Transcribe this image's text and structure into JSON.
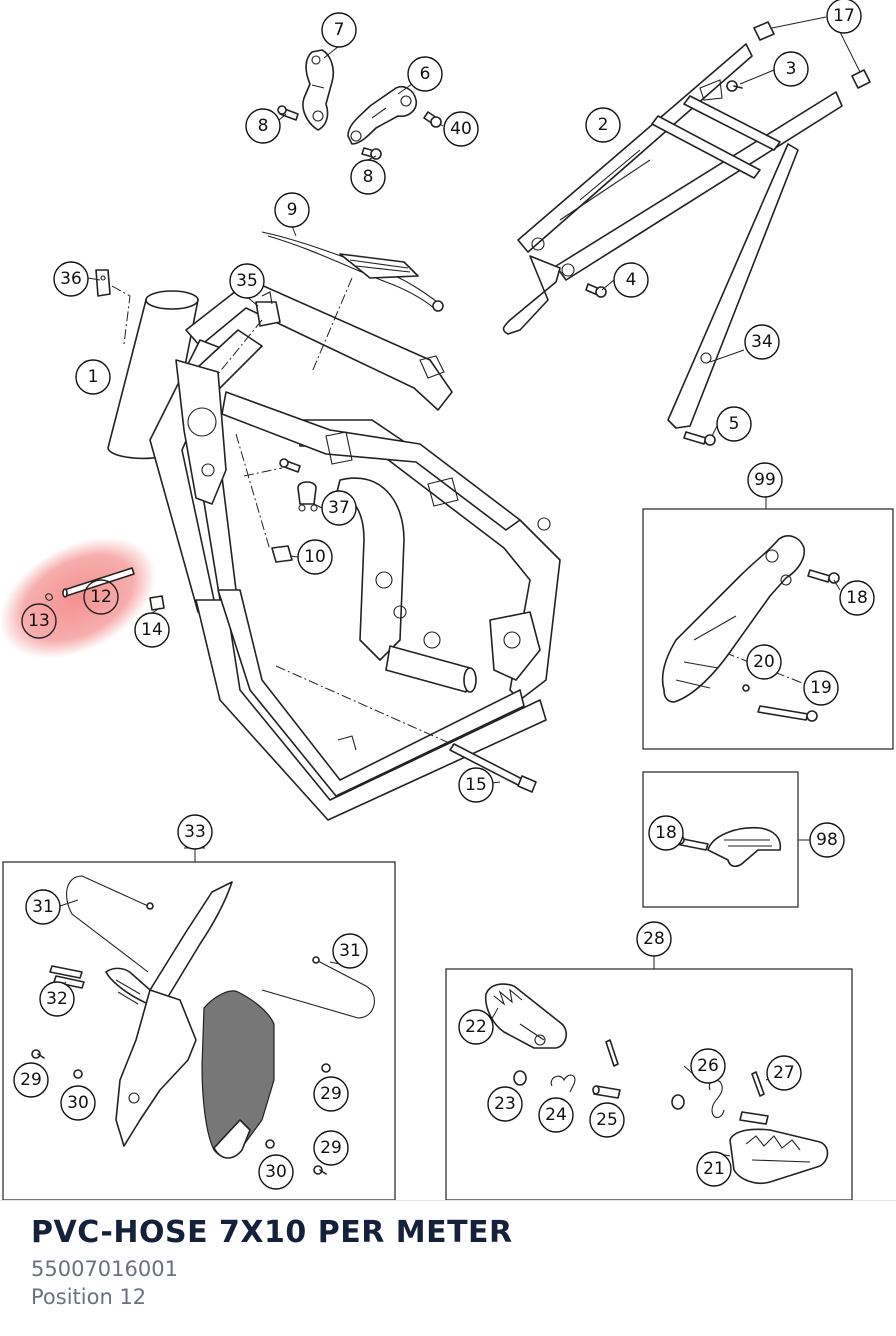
{
  "part": {
    "title": "PVC-HOSE 7X10 PER METER",
    "number": "55007016001",
    "position": "Position 12"
  },
  "highlight": {
    "position": "12",
    "color": "#f06b6b"
  },
  "callouts": {
    "c7": "7",
    "c8a": "8",
    "c8b": "8",
    "c6": "6",
    "c40": "40",
    "c17": "17",
    "c3": "3",
    "c2": "2",
    "c4": "4",
    "c34": "34",
    "c5": "5",
    "c9": "9",
    "c36": "36",
    "c35": "35",
    "c1": "1",
    "c37": "37",
    "c10": "10",
    "c12": "12",
    "c13": "13",
    "c14": "14",
    "c15": "15",
    "c99": "99",
    "c18a": "18",
    "c20": "20",
    "c19": "19",
    "c98": "98",
    "c18b": "18",
    "c33": "33",
    "c31a": "31",
    "c31b": "31",
    "c32": "32",
    "c29a": "29",
    "c29b": "29",
    "c29c": "29",
    "c30a": "30",
    "c30b": "30",
    "c28": "28",
    "c22": "22",
    "c23": "23",
    "c24": "24",
    "c25": "25",
    "c26": "26",
    "c27": "27",
    "c21": "21"
  }
}
